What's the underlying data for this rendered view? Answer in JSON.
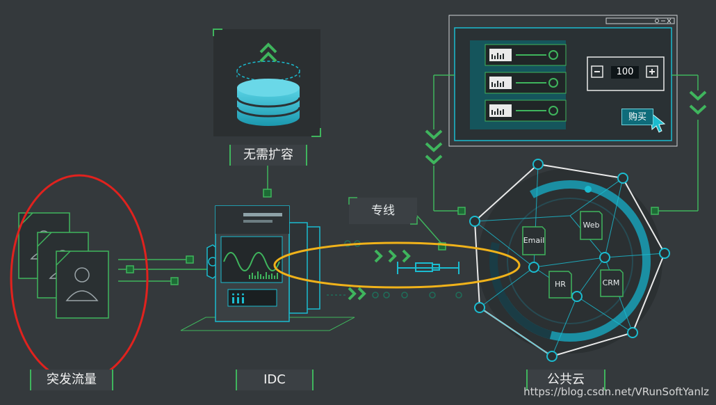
{
  "labels": {
    "no_expand": "无需扩容",
    "dedicated_line": "专线",
    "burst_traffic": "突发流量",
    "idc": "IDC",
    "public_cloud": "公共云"
  },
  "cloud_apps": {
    "email": "Email",
    "web": "Web",
    "hr": "HR",
    "crm": "CRM"
  },
  "purchase_window": {
    "quantity": "100",
    "buy_label": "购买",
    "minus_symbol": "−",
    "plus_symbol": "+"
  },
  "watermark": "https://blog.csdn.net/VRunSoftYanlz",
  "colors": {
    "background": "#34393c",
    "green": "#3fb55d",
    "cyan": "#1bbcd0",
    "highlight_red": "#e0221e",
    "highlight_yellow": "#f0b21a"
  }
}
